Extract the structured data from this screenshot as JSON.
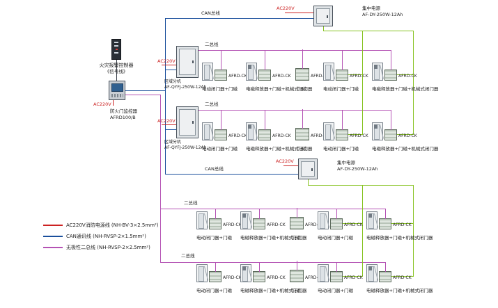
{
  "diagram": {
    "controller": {
      "name": "火灾报警控制器",
      "sub": "《信号线》"
    },
    "monitor": {
      "power": "AC220V",
      "name": "防火门监控器",
      "model": "AFRD100/B"
    },
    "regional_unit": {
      "power": "AC220V",
      "name": "区域分机",
      "model": "AF-QYFJ-250W-12Ah"
    },
    "power_supply": {
      "power": "AC220V",
      "name": "集中电源",
      "model": "AF-DY-250W-12Ah"
    },
    "bus_labels": {
      "can": "CAN总线",
      "two_wire": "二总线"
    },
    "devices": [
      {
        "module": "AFRD-CK",
        "desc": "电动闭门器+门磁",
        "kind": "door"
      },
      {
        "module": "AFRD-CK",
        "desc": "电磁释放器+门磁+机械式闭门器",
        "kind": "release"
      },
      {
        "module": "AFRD-CB",
        "desc": "门磁",
        "kind": "cb"
      },
      {
        "module": "AFRD-CK",
        "desc": "电动闭门器+门磁",
        "kind": "door"
      },
      {
        "module": "AFRD-CK",
        "desc": "电磁释放器+门磁+机械式闭门器",
        "kind": "release"
      }
    ],
    "legend": [
      {
        "label": "AC220V消防电源线 (NH-BV-3×2.5mm²)",
        "color": "#cc2222"
      },
      {
        "label": "CAN通讯线 (NH-RVSP-2×1.5mm²)",
        "color": "#1a4f9c"
      },
      {
        "label": "无极性二总线 (NH-RVSP-2×2.5mm²)",
        "color": "#b452b4"
      }
    ],
    "line_colors": {
      "power": "#cc2222",
      "can": "#1a4f9c",
      "two_wire": "#b452b4",
      "dc_output": "#86c220"
    }
  }
}
